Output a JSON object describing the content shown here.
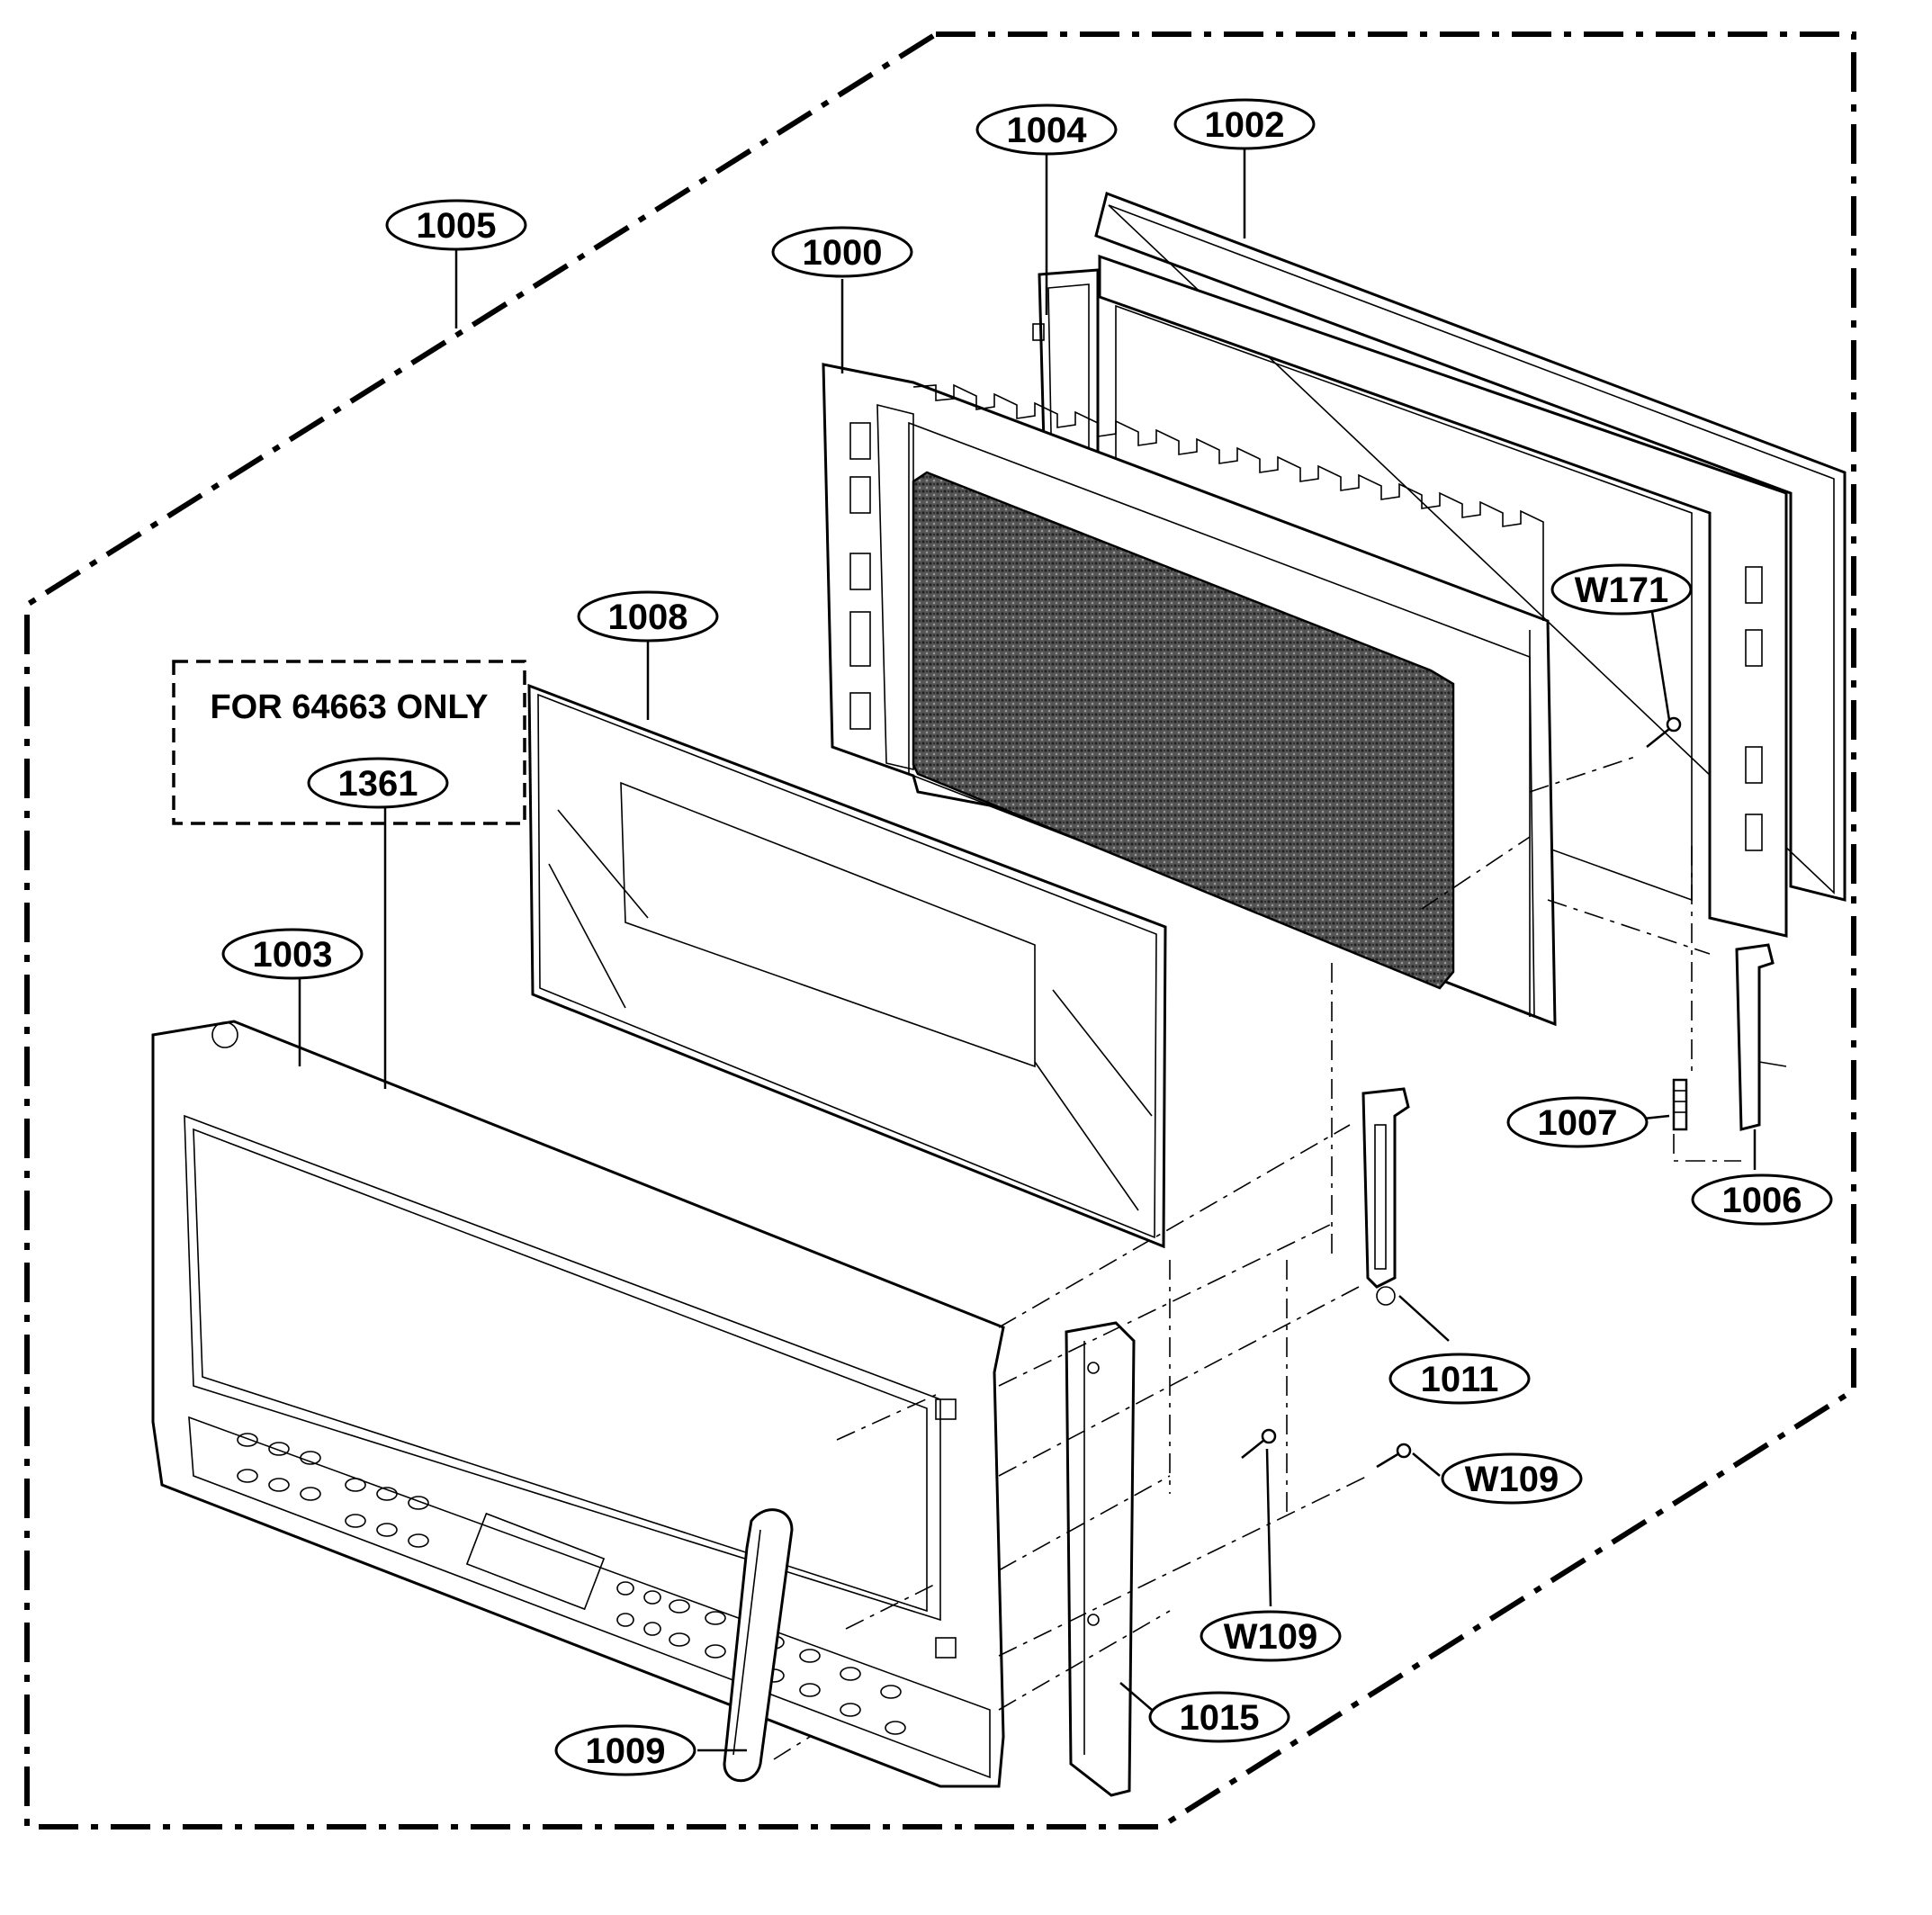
{
  "note": {
    "text": "FOR 64663 ONLY"
  },
  "callouts": [
    {
      "id": "1005",
      "label": "1005"
    },
    {
      "id": "1004",
      "label": "1004"
    },
    {
      "id": "1002",
      "label": "1002"
    },
    {
      "id": "1000",
      "label": "1000"
    },
    {
      "id": "1008",
      "label": "1008"
    },
    {
      "id": "1361",
      "label": "1361"
    },
    {
      "id": "1003",
      "label": "1003"
    },
    {
      "id": "W171",
      "label": "W171"
    },
    {
      "id": "1007",
      "label": "1007"
    },
    {
      "id": "1006",
      "label": "1006"
    },
    {
      "id": "1011",
      "label": "1011"
    },
    {
      "id": "W109a",
      "label": "W109"
    },
    {
      "id": "W109b",
      "label": "W109"
    },
    {
      "id": "1015",
      "label": "1015"
    },
    {
      "id": "1009",
      "label": "1009"
    }
  ]
}
